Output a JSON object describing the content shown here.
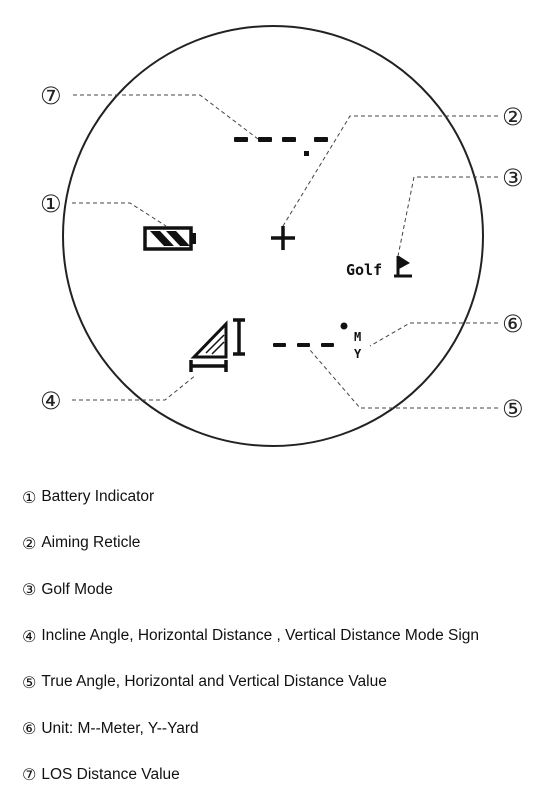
{
  "callouts": [
    {
      "num": "①",
      "label": "Battery Indicator"
    },
    {
      "num": "②",
      "label": "Aiming Reticle"
    },
    {
      "num": "③",
      "label": "Golf Mode"
    },
    {
      "num": "④",
      "label": "Incline Angle, Horizontal Distance , Vertical Distance Mode Sign"
    },
    {
      "num": "⑤",
      "label": "True Angle, Horizontal and Vertical Distance Value"
    },
    {
      "num": "⑥",
      "label": "Unit: M--Meter, Y--Yard"
    },
    {
      "num": "⑦",
      "label": "LOS Distance Value"
    }
  ],
  "display": {
    "golf_text": "Golf",
    "unit_m": "M",
    "unit_y": "Y"
  }
}
